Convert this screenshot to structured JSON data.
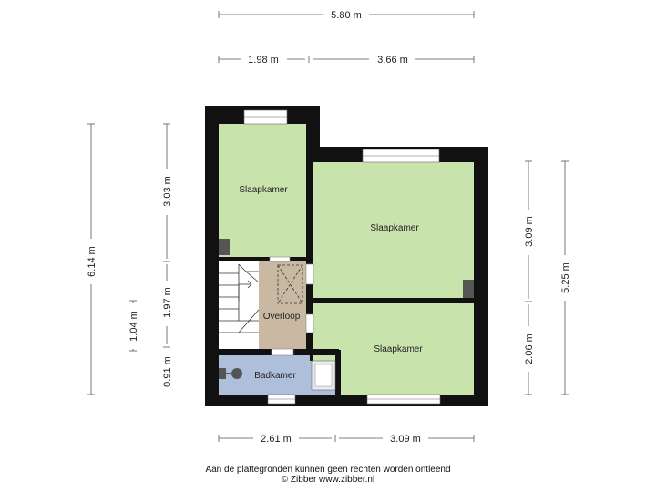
{
  "rooms": {
    "bedroom_top_left": "Slaapkamer",
    "bedroom_top_right": "Slaapkamer",
    "bedroom_bottom_right": "Slaapkamer",
    "landing": "Overloop",
    "bathroom": "Badkamer"
  },
  "dimensions": {
    "top_total": "5.80 m",
    "top_left": "1.98 m",
    "top_right": "3.66 m",
    "bottom_left": "2.61 m",
    "bottom_right": "3.09 m",
    "left_total": "6.14 m",
    "left_upper": "3.03 m",
    "left_middle": "1.97 m",
    "left_lower": "0.91 m",
    "left_stair": "1.04 m",
    "right_total": "5.25 m",
    "right_upper": "3.09 m",
    "right_lower": "2.06 m"
  },
  "footer": {
    "disclaimer": "Aan de plattegronden kunnen geen rechten worden ontleend",
    "copyright": "© Zibber www.zibber.nl"
  },
  "colors": {
    "wall": "#111111",
    "bedroom_fill": "#c9e3ad",
    "landing_fill": "#c9b9a3",
    "bathroom_fill": "#aebfdc",
    "window_fill": "#ffffff"
  }
}
